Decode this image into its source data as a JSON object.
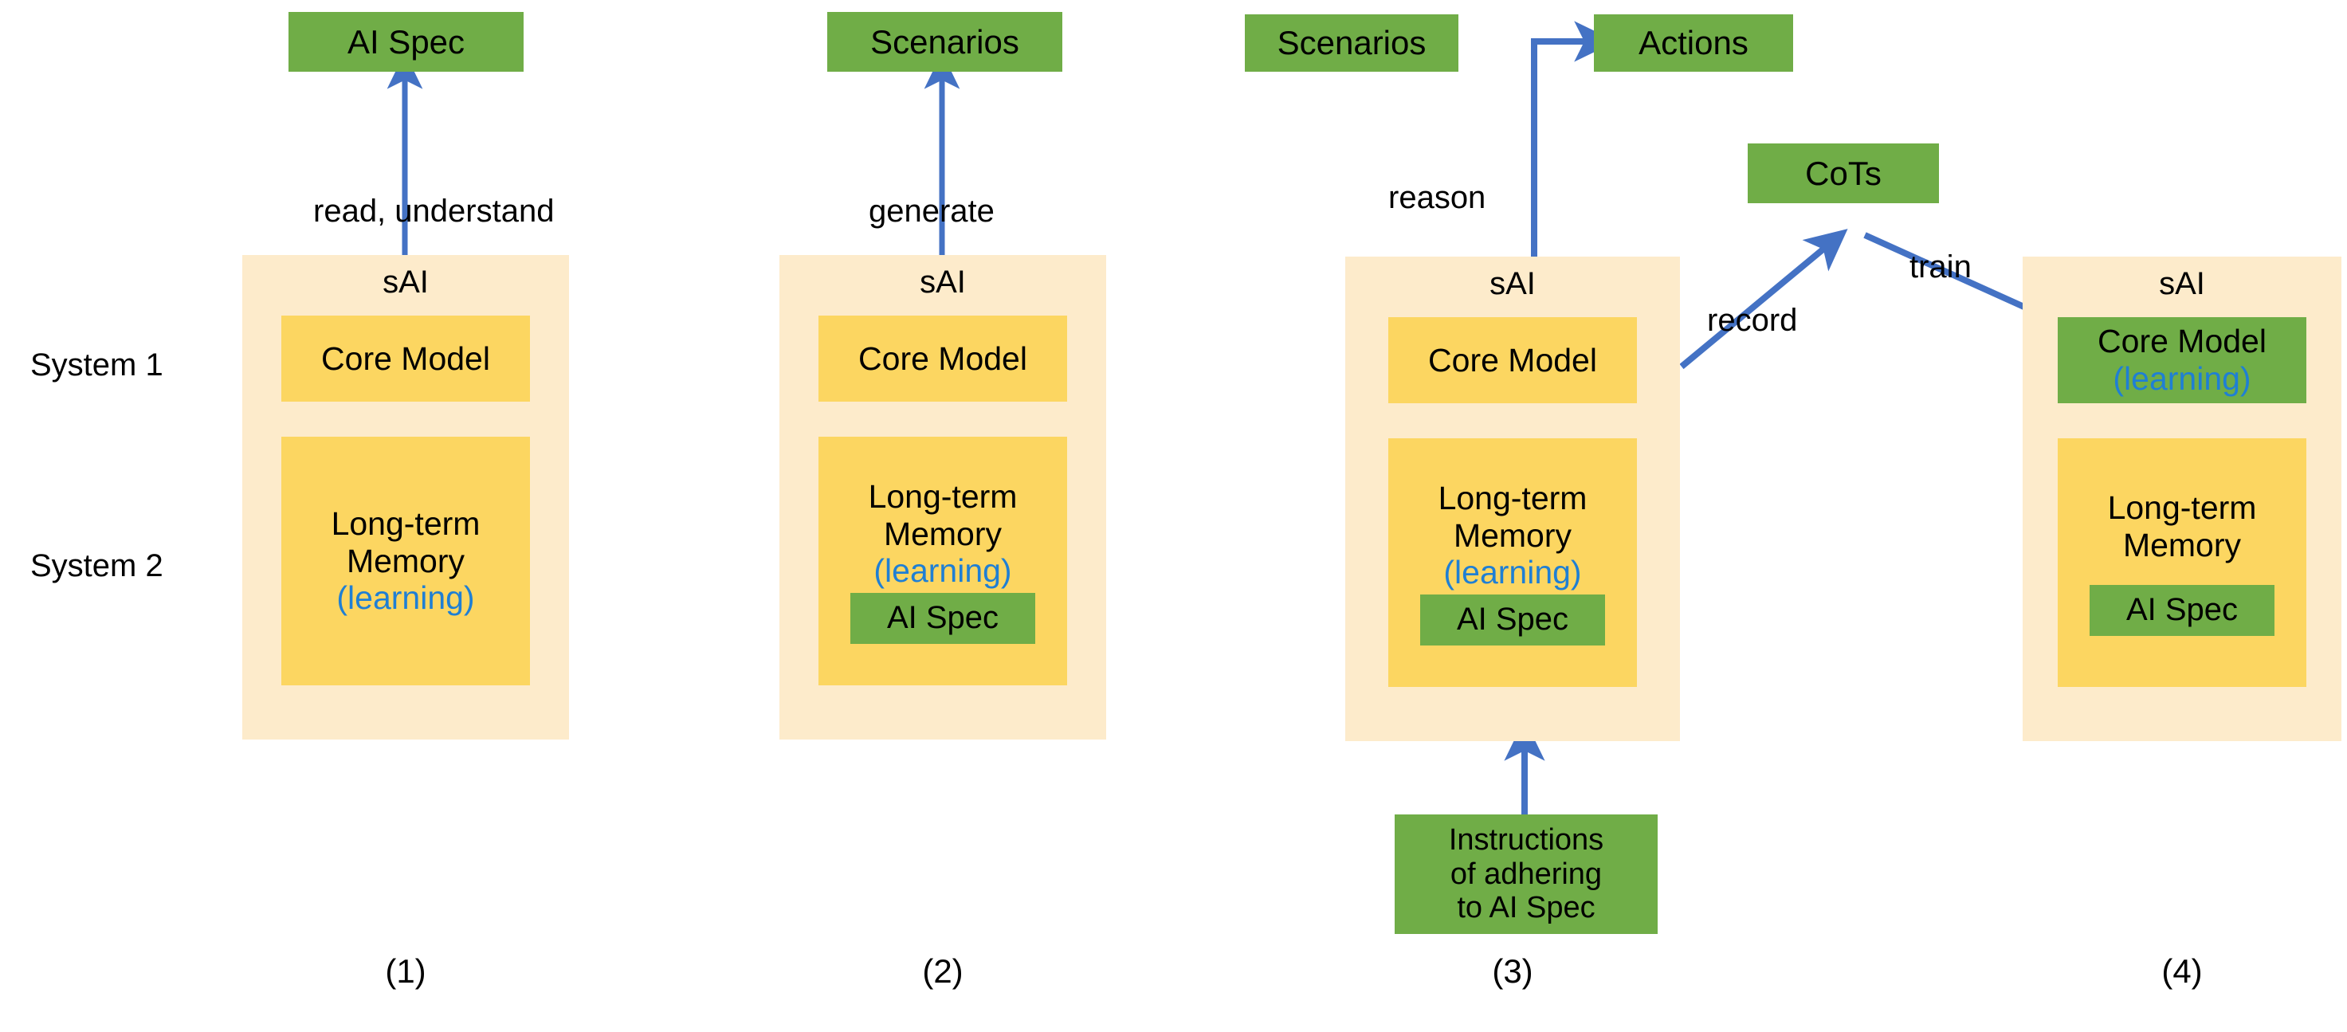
{
  "diagram": {
    "title": "sAI System 1 / System 2 AI Spec training pipeline",
    "colors": {
      "green": "#70AD47",
      "light_yellow": "#FDEBCB",
      "yellow": "#FCD661",
      "blue_arrow": "#4472C4",
      "learning_blue": "#1F7FD4"
    },
    "row_labels": [
      {
        "text": "System 1"
      },
      {
        "text": "System 2"
      }
    ],
    "step_numbers": [
      {
        "text": "(1)"
      },
      {
        "text": "(2)"
      },
      {
        "text": "(3)"
      },
      {
        "text": "(4)"
      }
    ],
    "panels": [
      {
        "id": "panel-1",
        "number": "(1)",
        "top_box": "AI Spec",
        "arrow_label": "read, understand",
        "sai_title": "sAI",
        "core_model": {
          "label": "Core Model",
          "learning": ""
        },
        "long_term_memory": {
          "label_line1": "Long-term",
          "label_line2": "Memory",
          "learning": "(learning)",
          "nested": ""
        }
      },
      {
        "id": "panel-2",
        "number": "(2)",
        "top_box": "Scenarios",
        "arrow_label": "generate",
        "sai_title": "sAI",
        "core_model": {
          "label": "Core Model",
          "learning": ""
        },
        "long_term_memory": {
          "label_line1": "Long-term",
          "label_line2": "Memory",
          "learning": "(learning)",
          "nested": "AI Spec"
        }
      },
      {
        "id": "panel-3",
        "number": "(3)",
        "top_box": "Scenarios",
        "top_box_2": "Actions",
        "arrow_label": "reason",
        "arrow_label_record": "record",
        "cots_box": "CoTs",
        "sai_title": "sAI",
        "core_model": {
          "label": "Core Model",
          "learning": ""
        },
        "long_term_memory": {
          "label_line1": "Long-term",
          "label_line2": "Memory",
          "learning": "(learning)",
          "nested": "AI Spec"
        },
        "instructions_box": "Instructions of adhering to AI Spec",
        "instructions_line1": "Instructions",
        "instructions_line2": "of adhering",
        "instructions_line3": "to AI Spec"
      },
      {
        "id": "panel-4",
        "number": "(4)",
        "arrow_label_train": "train",
        "sai_title": "sAI",
        "core_model": {
          "label": "Core Model",
          "learning": "(learning)"
        },
        "long_term_memory": {
          "label_line1": "Long-term",
          "label_line2": "Memory",
          "learning": "",
          "nested": "AI Spec"
        }
      }
    ]
  }
}
